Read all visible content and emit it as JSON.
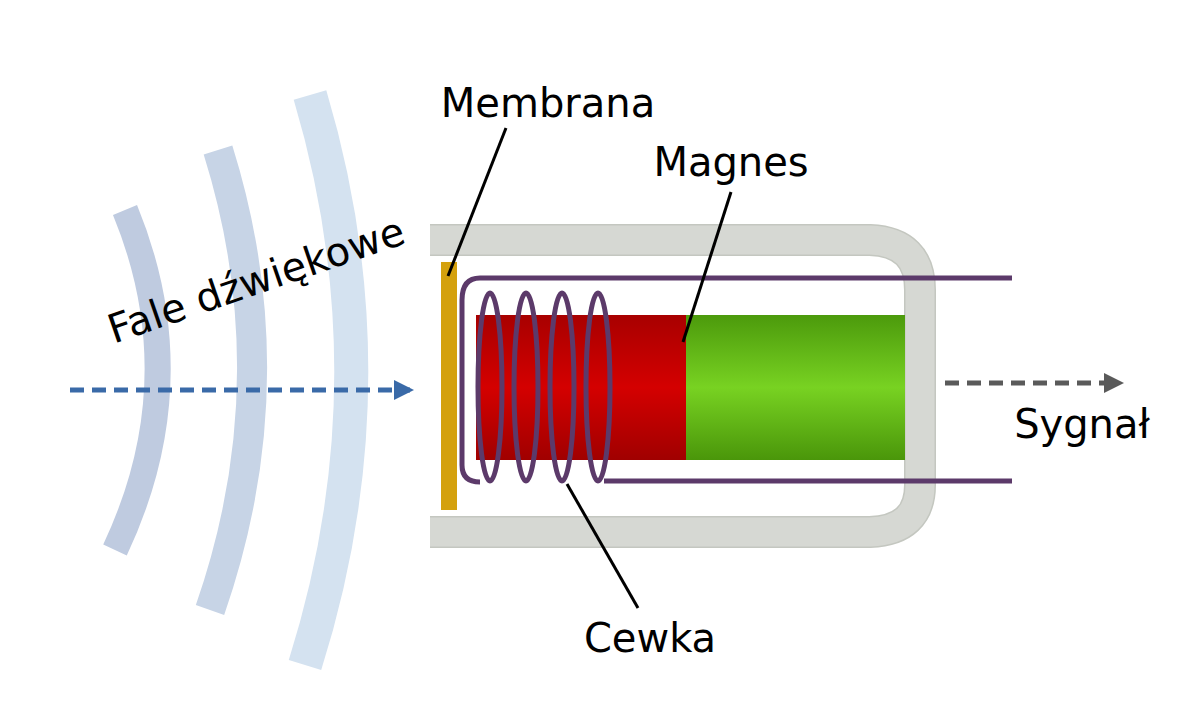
{
  "diagram": {
    "labels": [
      "Membrana",
      "Magnes",
      "Fale dźwiękowe",
      "Sygnał",
      "Cewka"
    ]
  }
}
